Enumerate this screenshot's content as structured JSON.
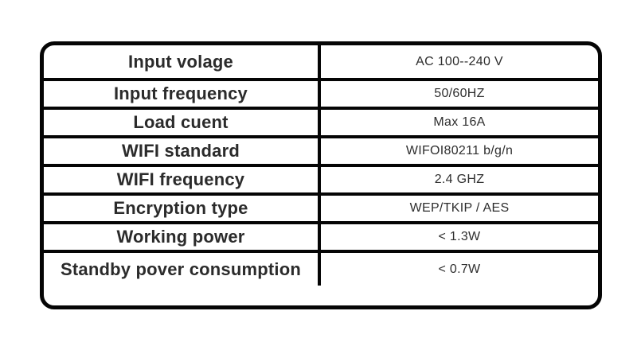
{
  "spec_table": {
    "rows": [
      {
        "label": "Input volage",
        "value": "AC 100--240 V"
      },
      {
        "label": "Input frequency",
        "value": "50/60HZ"
      },
      {
        "label": "Load cuent",
        "value": "Max 16A"
      },
      {
        "label": "WIFI standard",
        "value": "WIFOI80211 b/g/n"
      },
      {
        "label": "WIFI frequency",
        "value": "2.4 GHZ"
      },
      {
        "label": "Encryption type",
        "value": "WEP/TKIP / AES"
      },
      {
        "label": "Working power",
        "value": "< 1.3W"
      },
      {
        "label": "Standby pover consumption",
        "value": "< 0.7W"
      }
    ],
    "colors": {
      "border": "#050505",
      "label_text": "#2b2b2b",
      "value_text": "#2e2e2e",
      "background": "#ffffff"
    }
  }
}
